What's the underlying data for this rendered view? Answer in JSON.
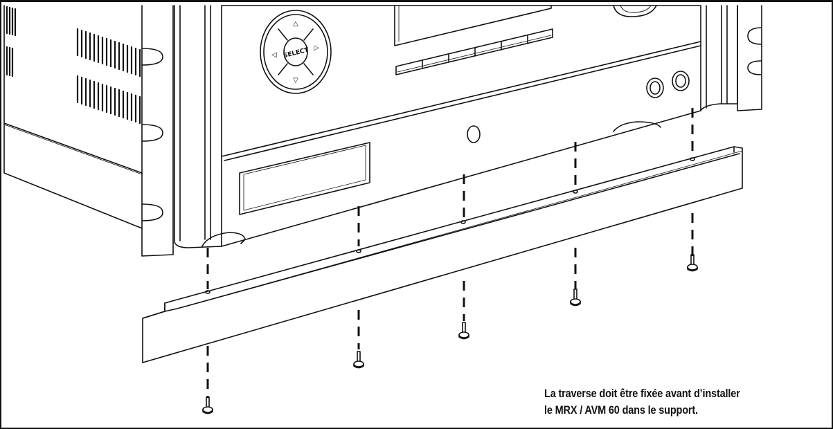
{
  "figure": {
    "remote_center_label": "SELECT",
    "arrow_up": "△",
    "arrow_down": "▽",
    "arrow_left": "◁",
    "arrow_right": "▷"
  },
  "caption": {
    "line1": "La traverse doit être fixée avant d’installer",
    "line2": "le MRX / AVM 60 dans le support."
  }
}
